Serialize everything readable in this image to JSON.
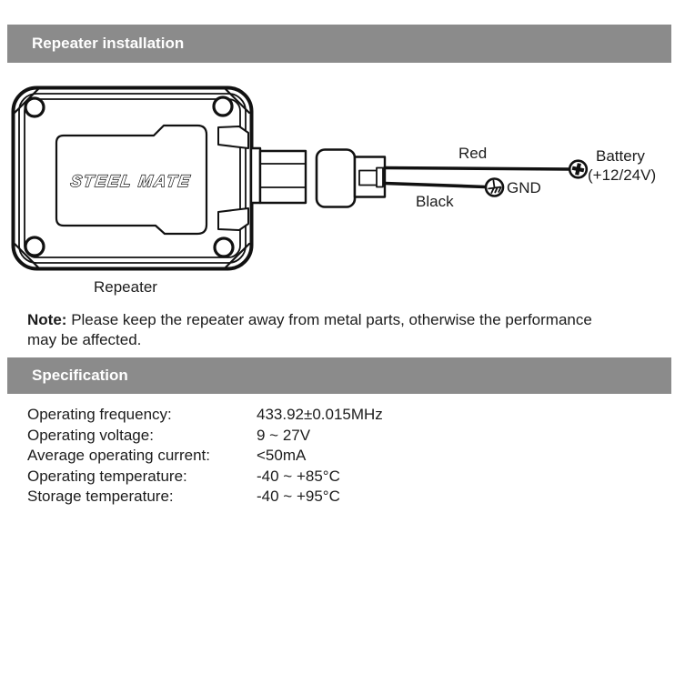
{
  "colors": {
    "header_bg": "#8b8b8b",
    "header_text": "#ffffff",
    "line_art": "#111111"
  },
  "sections": {
    "installation_title": "Repeater installation",
    "specification_title": "Specification"
  },
  "diagram": {
    "device_label": "Repeater",
    "brand_logo_text": "STEEL MATE",
    "wire_top_label": "Red",
    "wire_bottom_label": "Black",
    "ground_label": "GND",
    "battery_label_line1": "Battery",
    "battery_label_line2": "(+12/24V)"
  },
  "note": {
    "label": "Note:",
    "line1": "Please keep the repeater away from metal parts, otherwise the performance",
    "line2": "may be affected."
  },
  "specification": {
    "rows": [
      {
        "label": "Operating frequency:",
        "value": "433.92±0.015MHz"
      },
      {
        "label": "Operating voltage:",
        "value": "9 ~ 27V"
      },
      {
        "label": "Average operating current:",
        "value": "<50mA"
      },
      {
        "label": "Operating temperature:",
        "value": "-40 ~ +85°C"
      },
      {
        "label": "Storage temperature:",
        "value": "-40 ~ +95°C"
      }
    ]
  }
}
